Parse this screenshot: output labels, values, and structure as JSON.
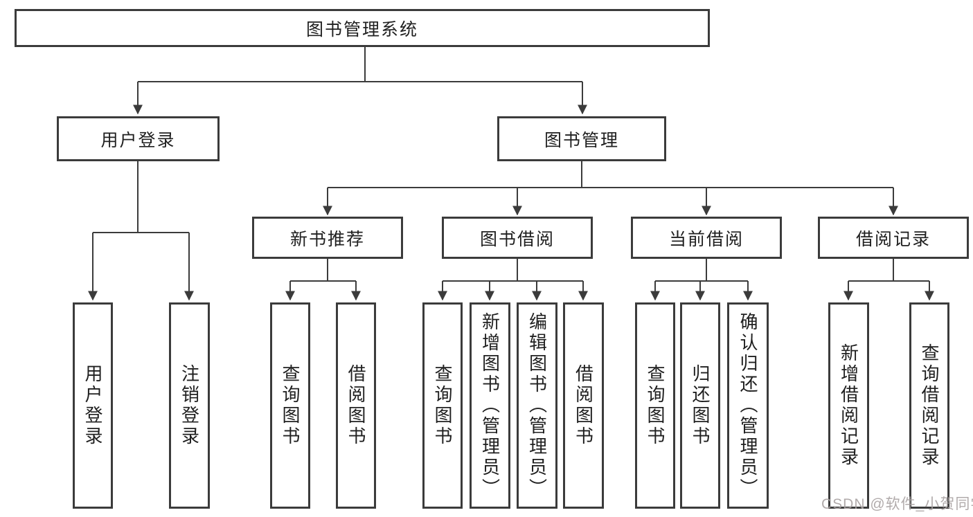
{
  "colors": {
    "background": "#ffffff",
    "line": "#3b3b3b",
    "text": "#1f1f1f",
    "watermark": "#a8a2a2"
  },
  "watermark": {
    "text": "CSDN @软件_小贺同学"
  },
  "tree": {
    "root": {
      "label": "图书管理系统"
    },
    "level2": [
      {
        "label": "用户登录",
        "leaves": [
          "用户登录",
          "注销登录"
        ]
      },
      {
        "label": "图书管理",
        "modules": [
          {
            "label": "新书推荐",
            "leaves": [
              "查询图书",
              "借阅图书"
            ]
          },
          {
            "label": "图书借阅",
            "leaves": [
              "查询图书",
              "新增图书（管理员）",
              "编辑图书（管理员）",
              "借阅图书"
            ]
          },
          {
            "label": "当前借阅",
            "leaves": [
              "查询图书",
              "归还图书",
              "确认归还（管理员）"
            ]
          },
          {
            "label": "借阅记录",
            "leaves": [
              "新增借阅记录",
              "查询借阅记录"
            ]
          }
        ]
      }
    ]
  }
}
